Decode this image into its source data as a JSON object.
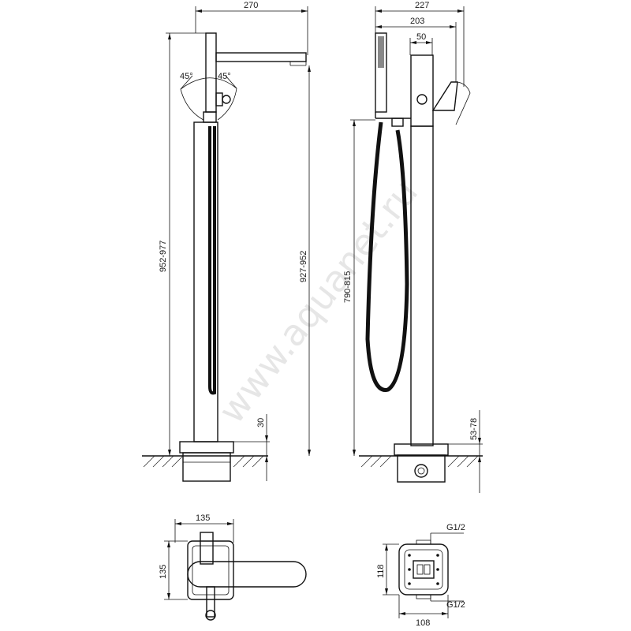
{
  "watermark": "www.aquanet.ru",
  "side_view": {
    "width": "270",
    "height_total": "952-977",
    "height_spout": "927-952",
    "angle_left": "45°",
    "angle_right": "45°",
    "base_height": "30"
  },
  "front_view": {
    "width_total": "227",
    "width_handle": "203",
    "width_lever": "50",
    "height_body": "790-815",
    "base_height": "53-78"
  },
  "top_view": {
    "width": "135",
    "depth": "135"
  },
  "base_plate": {
    "thread_top": "G1/2",
    "height": "118",
    "thread_bottom": "G1/2",
    "width": "108"
  }
}
